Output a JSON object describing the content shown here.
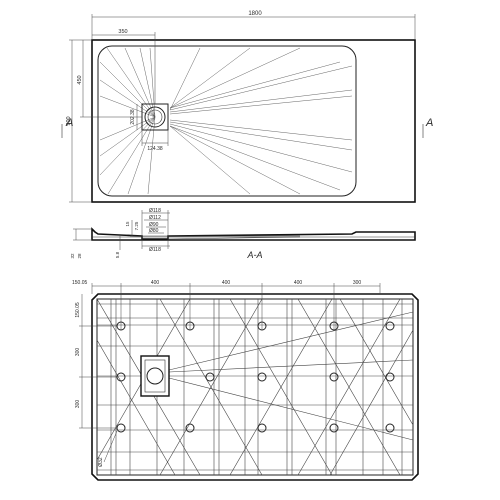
{
  "top_view": {
    "overall_length": "1800",
    "drain_offset": "350",
    "width": "900",
    "half_width": "450",
    "drain_dim_vertical": "202.38",
    "drain_dim_horizontal": "124.38",
    "section_mark_left": "A",
    "section_mark_right": "A"
  },
  "section_view": {
    "title": "A-A",
    "dims_left": [
      "32",
      "28",
      "5.8"
    ],
    "dims_mid": [
      "15",
      "7.25"
    ],
    "diameters": [
      "Ø118",
      "Ø112",
      "Ø90",
      "Ø80",
      "Ø118"
    ]
  },
  "bottom_view": {
    "top_dims": [
      "150.05",
      "400",
      "400",
      "400",
      "300"
    ],
    "left_dims": [
      "150.05",
      "300",
      "300"
    ],
    "hole_dim": "Ø32"
  }
}
